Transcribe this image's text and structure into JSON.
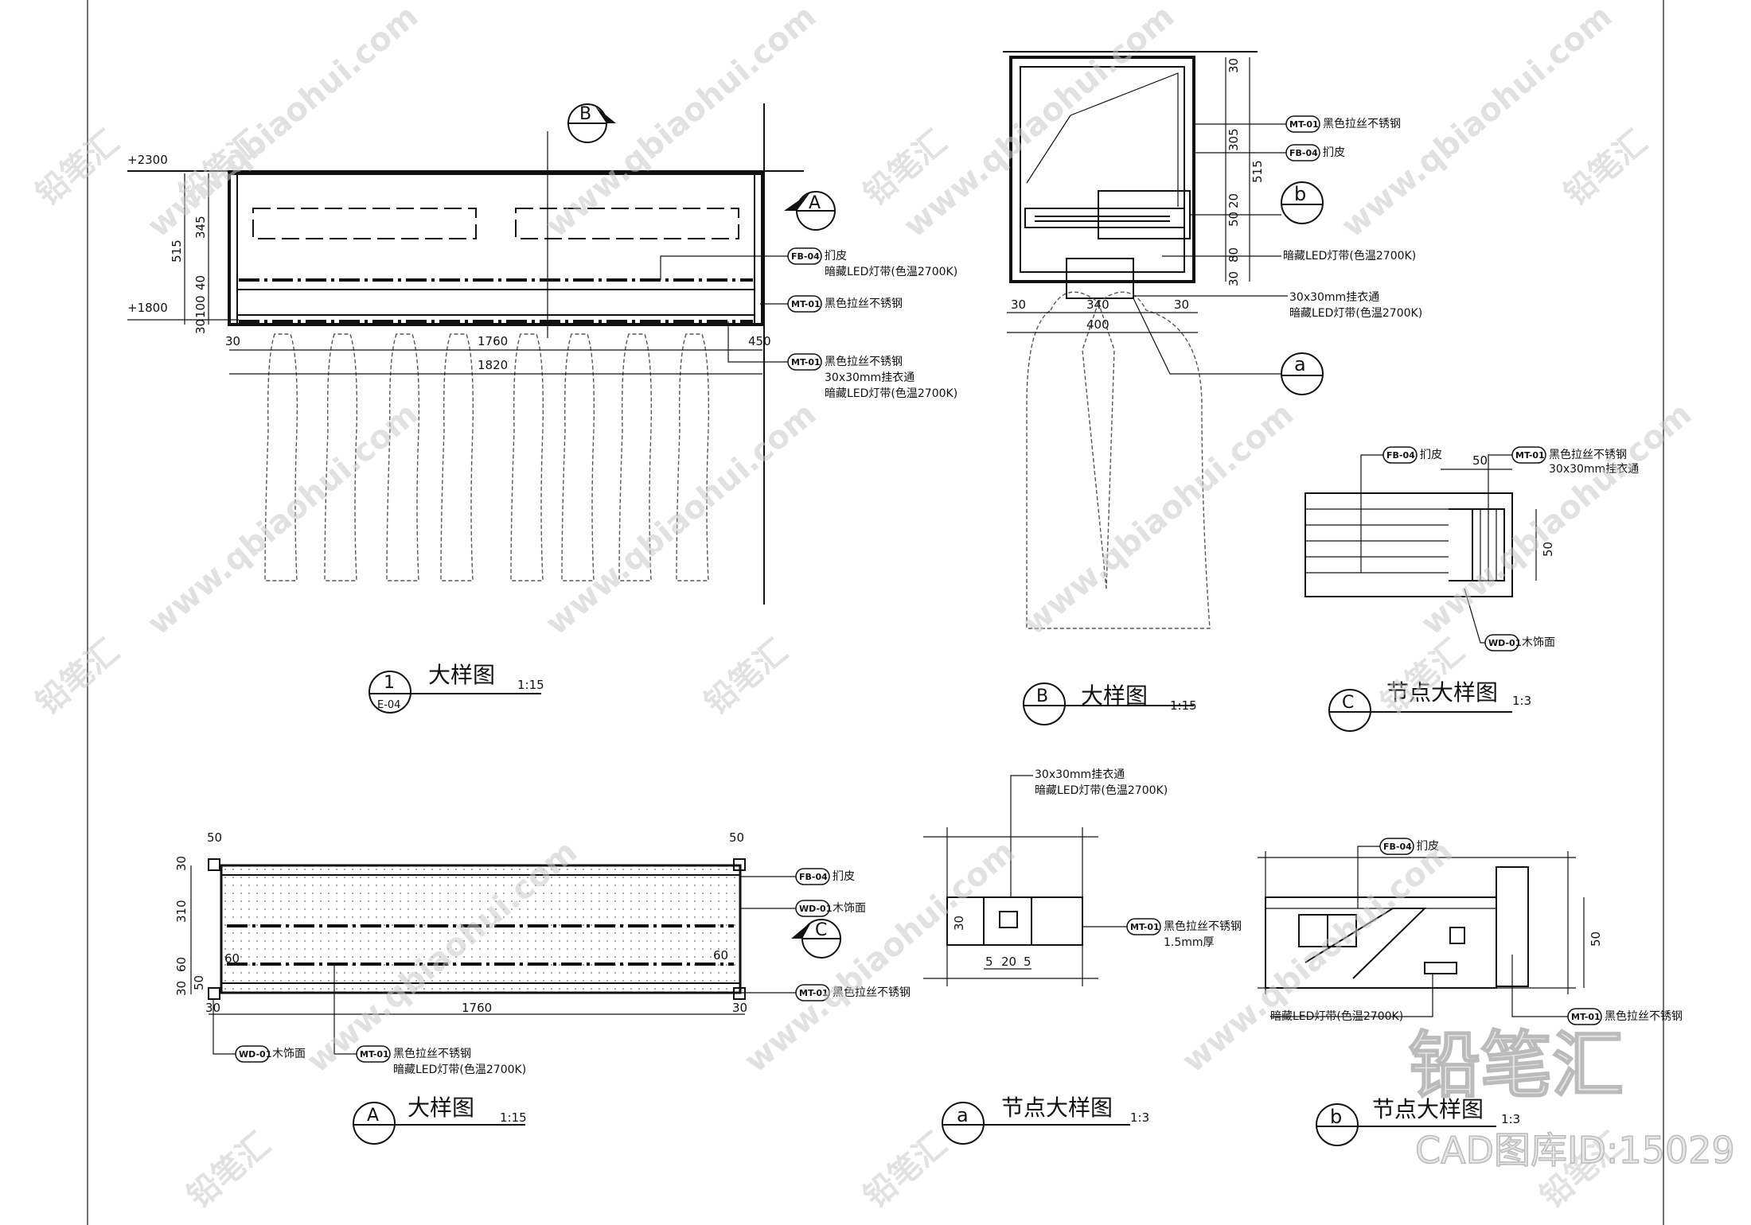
{
  "watermark": {
    "url_text": "www.qbiaohui.com",
    "brand_text": "铅笔汇",
    "footer_brand": "铅笔汇",
    "footer_id": "CAD图库ID:15029"
  },
  "view1": {
    "title_circle": "1",
    "title_sub": "E-04",
    "title": "大样图",
    "scale": "1:15",
    "level_top": "+2300",
    "level_bottom": "+1800",
    "dims_vertical": [
      "515",
      "345",
      "40",
      "100",
      "30"
    ],
    "dims_horizontal": [
      "30",
      "1760",
      "450",
      "1820"
    ],
    "section_marks": [
      "B",
      "A"
    ],
    "callouts": [
      {
        "code": "FB-04",
        "lines": [
          "扪皮",
          "暗藏LED灯带(色温2700K)"
        ]
      },
      {
        "code": "MT-01",
        "lines": [
          "黑色拉丝不锈钢"
        ]
      },
      {
        "code": "MT-01",
        "lines": [
          "黑色拉丝不锈钢",
          "30x30mm挂衣通",
          "暗藏LED灯带(色温2700K)"
        ]
      }
    ]
  },
  "viewB": {
    "title_circle": "B",
    "title": "大样图",
    "scale": "1:15",
    "dims_vertical": [
      "30",
      "305",
      "515",
      "50",
      "20",
      "80",
      "30"
    ],
    "dims_horizontal": [
      "30",
      "340",
      "30",
      "400"
    ],
    "detail_marks": [
      "b",
      "a"
    ],
    "callouts": [
      {
        "code": "MT-01",
        "lines": [
          "黑色拉丝不锈钢"
        ]
      },
      {
        "code": "FB-04",
        "lines": [
          "扪皮"
        ]
      },
      {
        "code": "",
        "lines": [
          "暗藏LED灯带(色温2700K)"
        ]
      },
      {
        "code": "",
        "lines": [
          "30x30mm挂衣通",
          "暗藏LED灯带(色温2700K)"
        ]
      }
    ]
  },
  "viewC": {
    "title_circle": "C",
    "title": "节点大样图",
    "scale": "1:3",
    "dims": [
      "50",
      "50"
    ],
    "callouts": [
      {
        "code": "FB-04",
        "lines": [
          "扪皮"
        ]
      },
      {
        "code": "MT-01",
        "lines": [
          "黑色拉丝不锈钢",
          "30x30mm挂衣通"
        ]
      },
      {
        "code": "WD-01",
        "lines": [
          "木饰面"
        ]
      }
    ]
  },
  "viewA": {
    "title_circle": "A",
    "title": "大样图",
    "scale": "1:15",
    "dims_vertical": [
      "30",
      "310",
      "60",
      "30",
      "50"
    ],
    "dims_horizontal": [
      "50",
      "50",
      "30",
      "1760",
      "30",
      "60",
      "60"
    ],
    "section_mark": "C",
    "callouts": [
      {
        "code": "FB-04",
        "lines": [
          "扪皮"
        ]
      },
      {
        "code": "WD-01",
        "lines": [
          "木饰面"
        ]
      },
      {
        "code": "MT-01",
        "lines": [
          "黑色拉丝不锈钢"
        ]
      },
      {
        "code": "WD-01",
        "lines": [
          "木饰面"
        ]
      },
      {
        "code": "MT-01",
        "lines": [
          "黑色拉丝不锈钢",
          "暗藏LED灯带(色温2700K)"
        ]
      }
    ]
  },
  "viewa": {
    "title_circle": "a",
    "title": "节点大样图",
    "scale": "1:3",
    "dims": [
      "30",
      "5",
      "20",
      "5"
    ],
    "callouts": [
      {
        "code": "",
        "lines": [
          "30x30mm挂衣通",
          "暗藏LED灯带(色温2700K)"
        ]
      },
      {
        "code": "MT-01",
        "lines": [
          "黑色拉丝不锈钢",
          "1.5mm厚"
        ]
      }
    ]
  },
  "viewb": {
    "title_circle": "b",
    "title": "节点大样图",
    "scale": "1:3",
    "dims": [
      "50"
    ],
    "callouts": [
      {
        "code": "FB-04",
        "lines": [
          "扪皮"
        ]
      },
      {
        "code": "",
        "lines": [
          "暗藏LED灯带(色温2700K)"
        ]
      },
      {
        "code": "MT-01",
        "lines": [
          "黑色拉丝不锈钢"
        ]
      }
    ]
  }
}
